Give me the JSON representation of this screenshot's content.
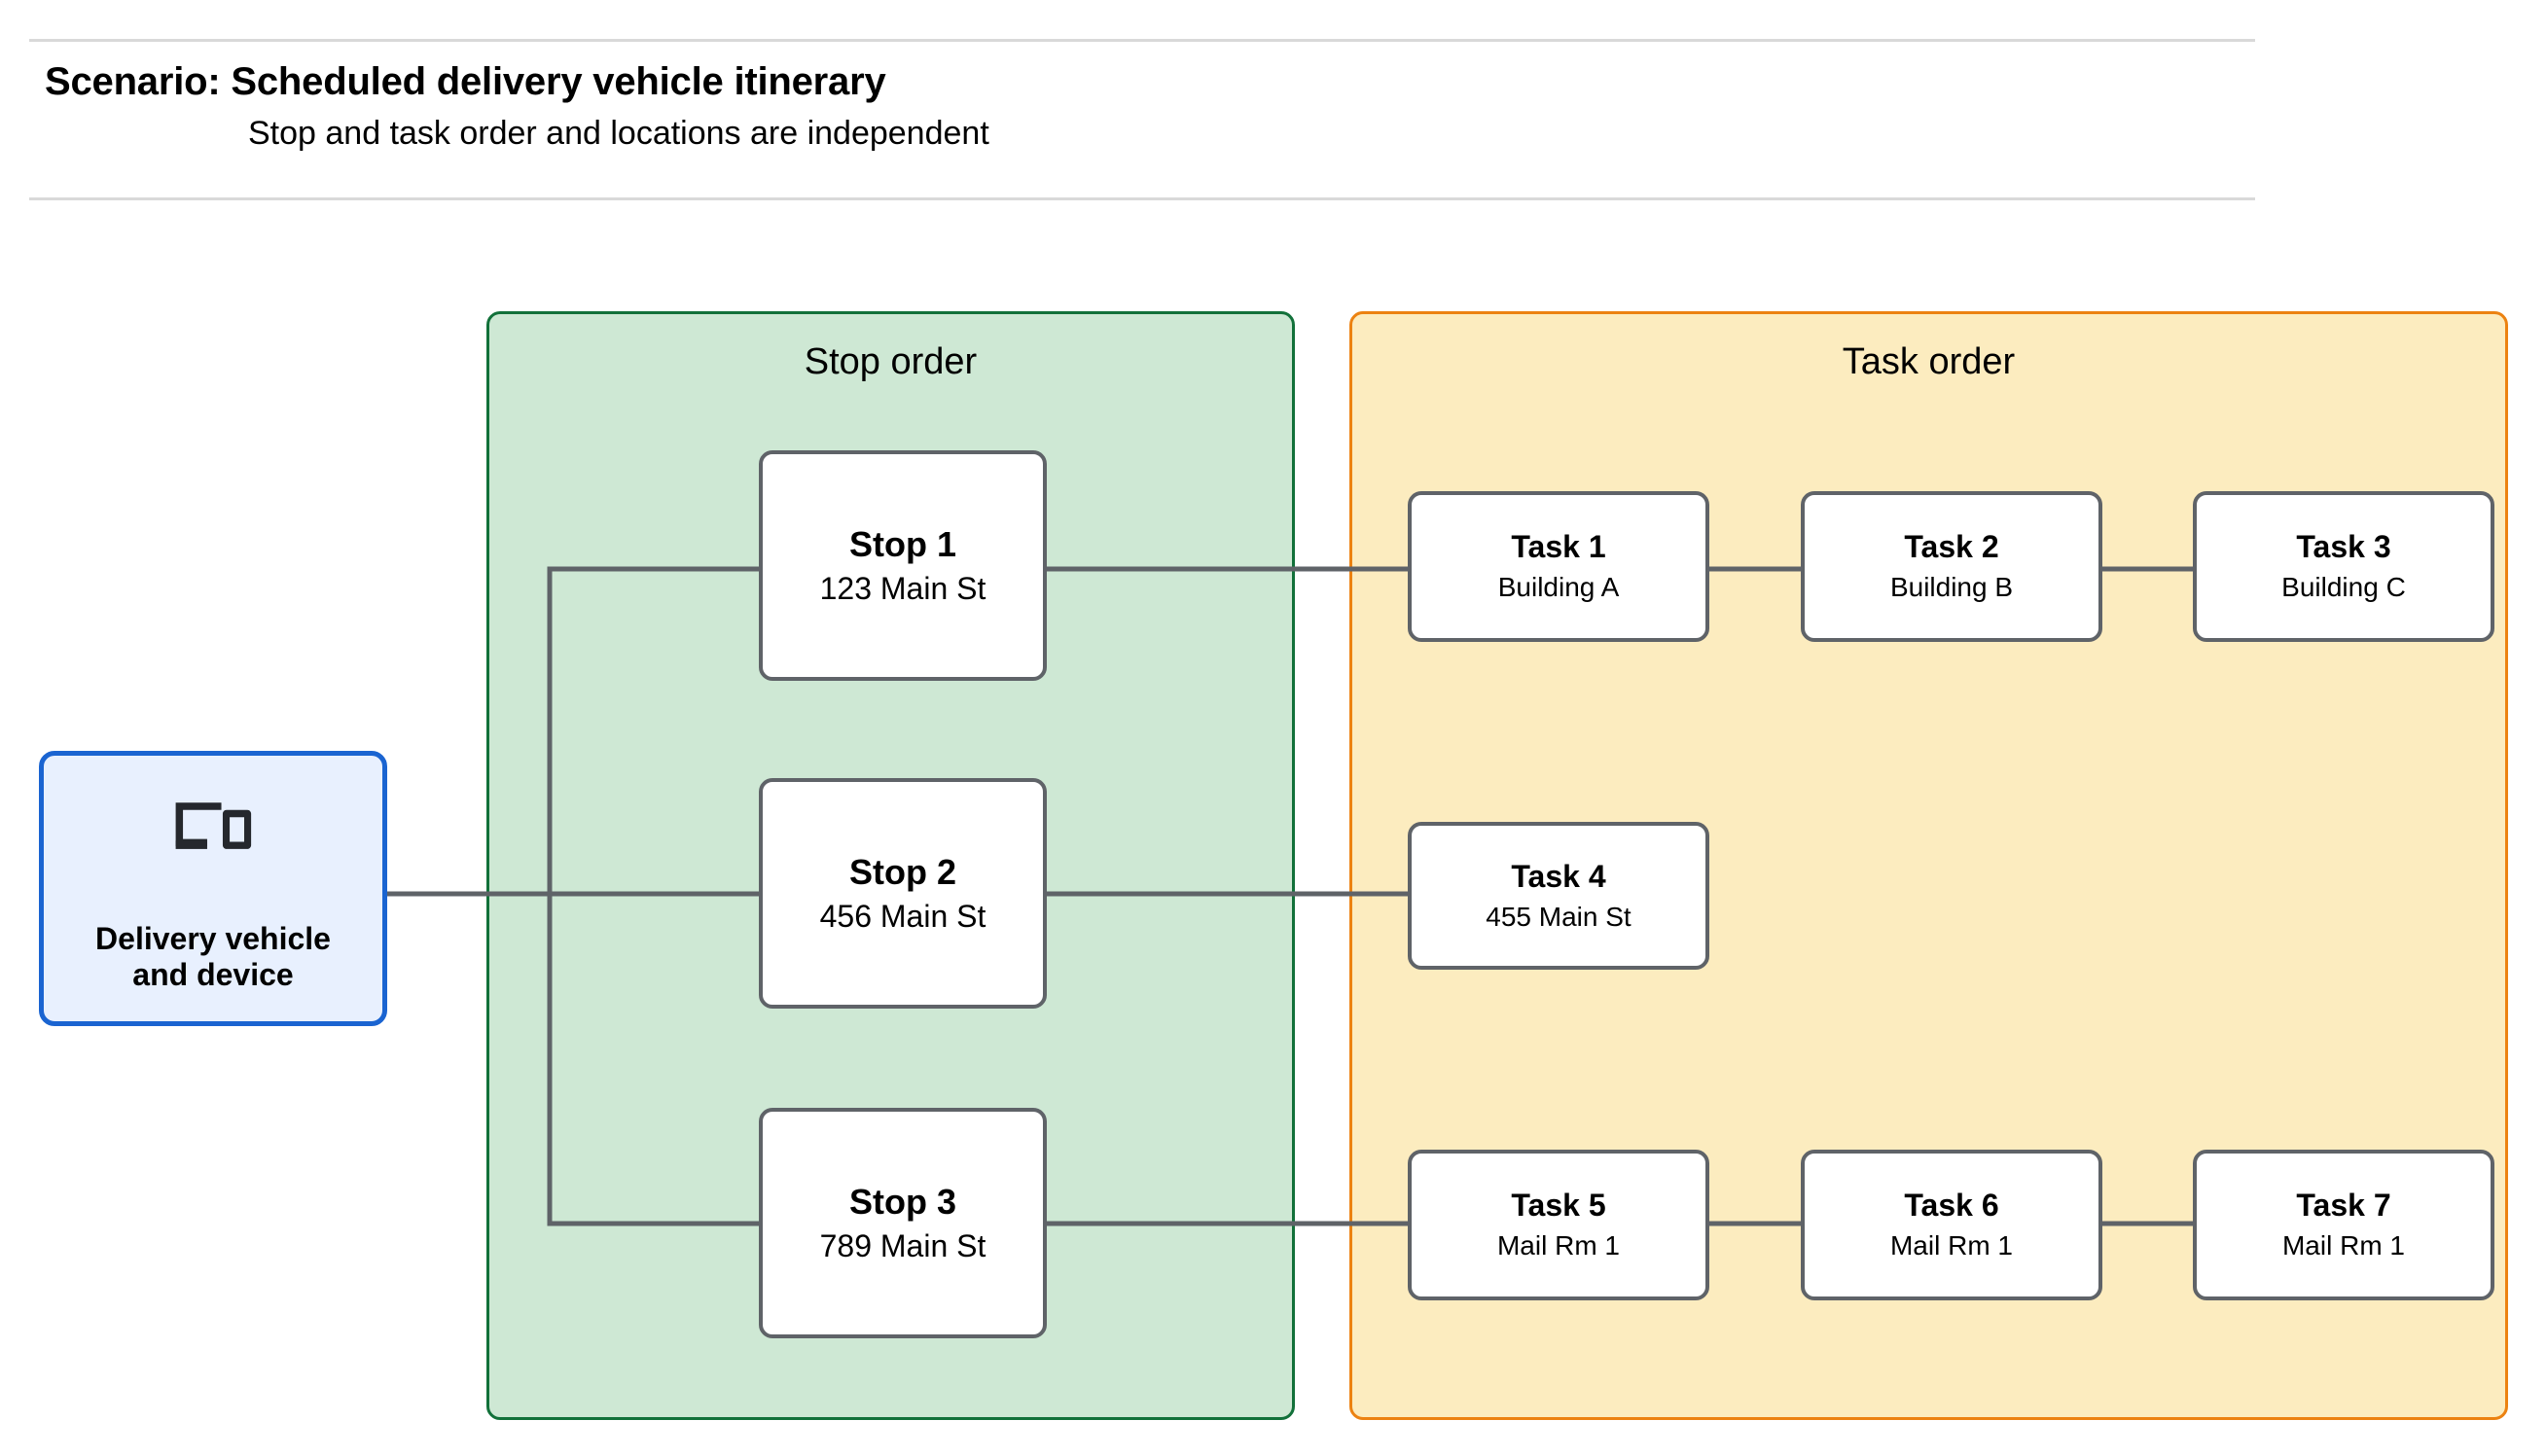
{
  "header": {
    "title": "Scenario: Scheduled delivery vehicle itinerary",
    "subtitle": "Stop and task order and locations are independent"
  },
  "vehicle": {
    "icon": "devices-icon",
    "label": "Delivery vehicle\nand device"
  },
  "panels": {
    "stop_order": {
      "title": "Stop order",
      "fill": "#cee8d4",
      "border": "#12713a"
    },
    "task_order": {
      "title": "Task order",
      "fill": "#fcecbf",
      "border": "#ec8211"
    }
  },
  "stops": [
    {
      "title": "Stop 1",
      "location": "123 Main St"
    },
    {
      "title": "Stop 2",
      "location": "456 Main St"
    },
    {
      "title": "Stop 3",
      "location": "789 Main St"
    }
  ],
  "task_rows": [
    {
      "stop": "Stop 1",
      "tasks": [
        {
          "title": "Task 1",
          "location": "Building A"
        },
        {
          "title": "Task 2",
          "location": "Building B"
        },
        {
          "title": "Task 3",
          "location": "Building C"
        }
      ]
    },
    {
      "stop": "Stop 2",
      "tasks": [
        {
          "title": "Task 4",
          "location": "455 Main St"
        }
      ]
    },
    {
      "stop": "Stop 3",
      "tasks": [
        {
          "title": "Task 5",
          "location": "Mail Rm 1"
        },
        {
          "title": "Task 6",
          "location": "Mail Rm 1"
        },
        {
          "title": "Task 7",
          "location": "Mail Rm 1"
        }
      ]
    }
  ],
  "colors": {
    "vehicle_border": "#1a64d1",
    "vehicle_fill": "#e8f0fe",
    "node_border": "#5f6368",
    "connector": "#5f6368",
    "rule": "#d9d9d9"
  }
}
